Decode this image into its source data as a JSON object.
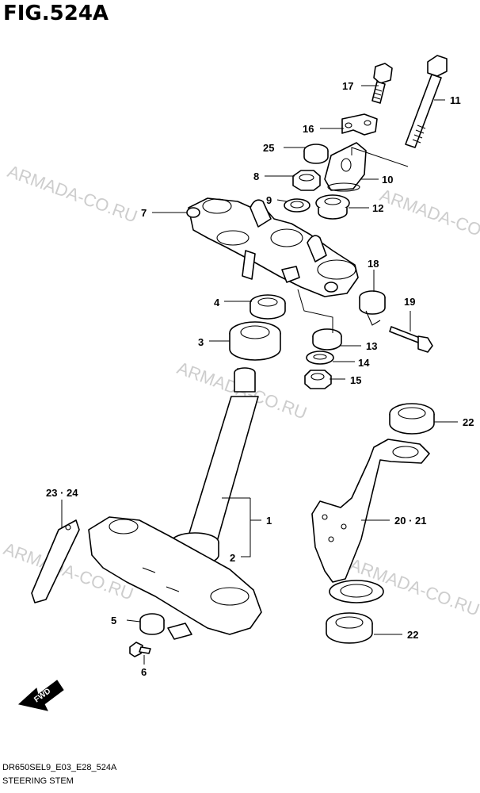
{
  "figure": {
    "title": "FIG.524A"
  },
  "watermark": {
    "text": "ARMADA-CO.RU"
  },
  "fwd_arrow": {
    "label": "FWD"
  },
  "callouts": [
    {
      "id": "c11",
      "text": "11"
    },
    {
      "id": "c17",
      "text": "17"
    },
    {
      "id": "c16",
      "text": "16"
    },
    {
      "id": "c25",
      "text": "25"
    },
    {
      "id": "c8",
      "text": "8"
    },
    {
      "id": "c10",
      "text": "10"
    },
    {
      "id": "c9",
      "text": "9"
    },
    {
      "id": "c12",
      "text": "12"
    },
    {
      "id": "c7",
      "text": "7"
    },
    {
      "id": "c18",
      "text": "18"
    },
    {
      "id": "c19",
      "text": "19"
    },
    {
      "id": "c4",
      "text": "4"
    },
    {
      "id": "c3",
      "text": "3"
    },
    {
      "id": "c13",
      "text": "13"
    },
    {
      "id": "c14",
      "text": "14"
    },
    {
      "id": "c15",
      "text": "15"
    },
    {
      "id": "c22a",
      "text": "22"
    },
    {
      "id": "c23",
      "text": "23 · 24"
    },
    {
      "id": "c1",
      "text": "1"
    },
    {
      "id": "c20",
      "text": "20 · 21"
    },
    {
      "id": "c2",
      "text": "2"
    },
    {
      "id": "c5",
      "text": "5"
    },
    {
      "id": "c22b",
      "text": "22"
    },
    {
      "id": "c6",
      "text": "6"
    }
  ],
  "footer": {
    "model_code": "DR650SEL9_E03_E28_524A",
    "caption": "STEERING STEM"
  }
}
